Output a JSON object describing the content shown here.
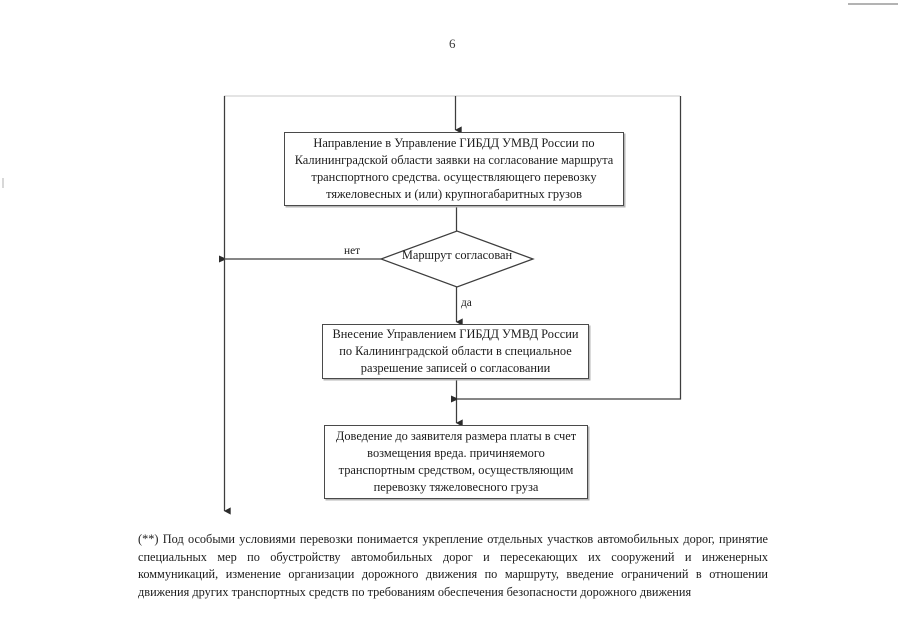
{
  "document": {
    "page_number": "6",
    "language": "ru"
  },
  "flowchart": {
    "type": "flowchart",
    "orientation": "top-to-bottom",
    "nodes": [
      {
        "id": "send-request",
        "shape": "process",
        "text": "Направление в Управление ГИБДД УМВД России по\nКалининградской области заявки на согласование маршрута\nтранспортного средства. осуществляющего перевозку\nтяжеловесных и (или) крупногабаритных грузов"
      },
      {
        "id": "route-approved",
        "shape": "decision",
        "text": "Маршрут согласован"
      },
      {
        "id": "record-approval",
        "shape": "process",
        "text": "Внесение Управлением ГИБДД УМВД России\nпо Калининградской области в специальное\nразрешение записей о согласовании"
      },
      {
        "id": "inform-fee",
        "shape": "process",
        "text": "Доведение до заявителя размера платы в счет\nвозмещения вреда. причиняемого\nтранспортным средством, осуществляющим\nперевозку тяжеловесного груза"
      }
    ],
    "edge_labels": {
      "no": "нет",
      "yes": "да"
    }
  },
  "footnote": {
    "text": "(**) Под особыми условиями перевозки понимается укрепление отдельных участков автомобильных дорог, принятие специальных мер по обустройству автомобильных дорог и пересекающих их сооружений и инженерных коммуникаций, изменение организации дорожного движения по маршруту, введение ограничений в отношении движения других транспортных средств по требованиям обеспечения безопасности дорожного движения"
  },
  "colors": {
    "ink": "#1c1c1c",
    "line": "#4a4a4a",
    "shadow": "#b5b5b5",
    "page": "#ffffff"
  }
}
